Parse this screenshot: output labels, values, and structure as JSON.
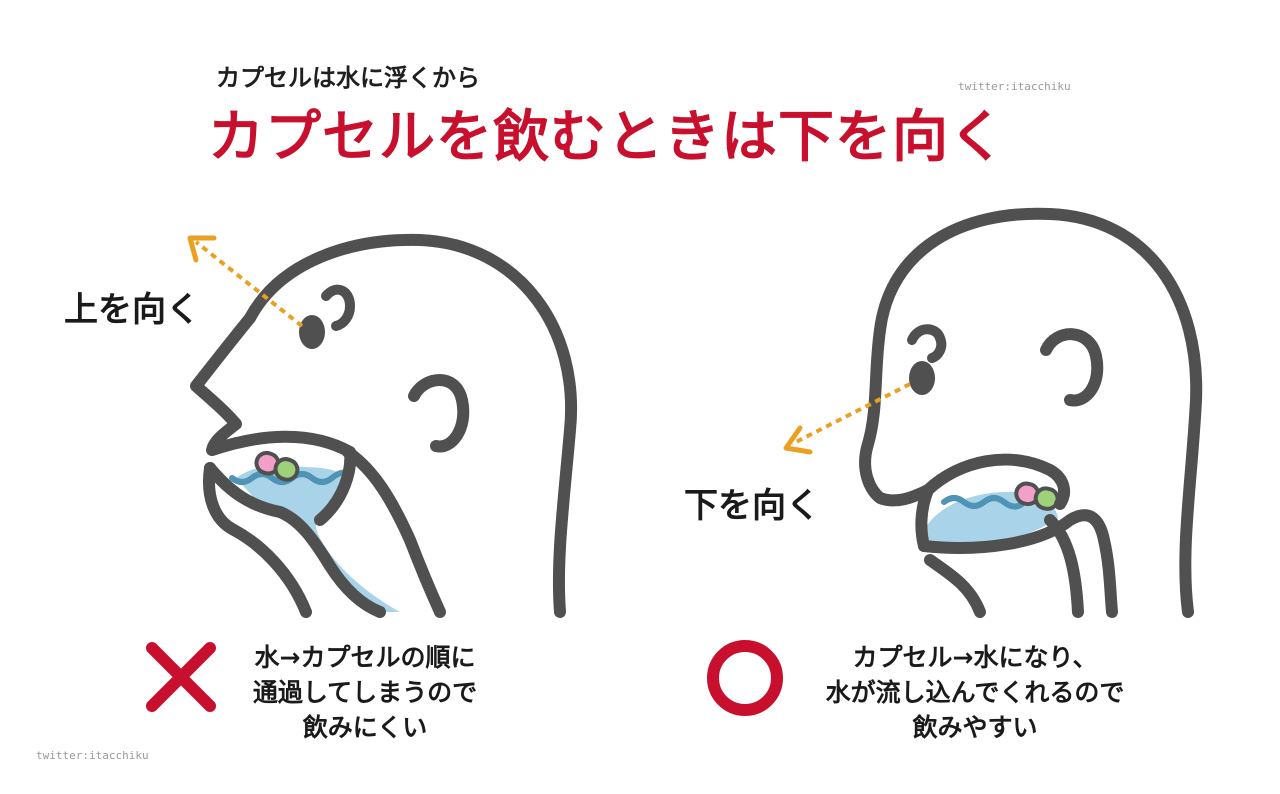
{
  "header": {
    "subtitle": "カプセルは水に浮くから",
    "title": "カプセルを飲むときは下を向く"
  },
  "watermark": "twitter:itacchiku",
  "left_panel": {
    "direction_label": "上を向く",
    "verdict_icon": "cross-mark-icon",
    "caption_lines": [
      "水→カプセルの順に",
      "通過してしまうので",
      "飲みにくい"
    ]
  },
  "right_panel": {
    "direction_label": "下を向く",
    "verdict_icon": "circle-mark-icon",
    "caption_lines": [
      "カプセル→水になり、",
      "水が流し込んでくれるので",
      "飲みやすい"
    ]
  },
  "colors": {
    "title_red": "#c8102e",
    "outline_gray": "#505050",
    "water_blue": "#a9d3e8",
    "wave_blue": "#4f93b5",
    "arrow_orange": "#eaa021",
    "capsule_pink": "#f3a0c8",
    "capsule_green": "#9fd07a"
  }
}
